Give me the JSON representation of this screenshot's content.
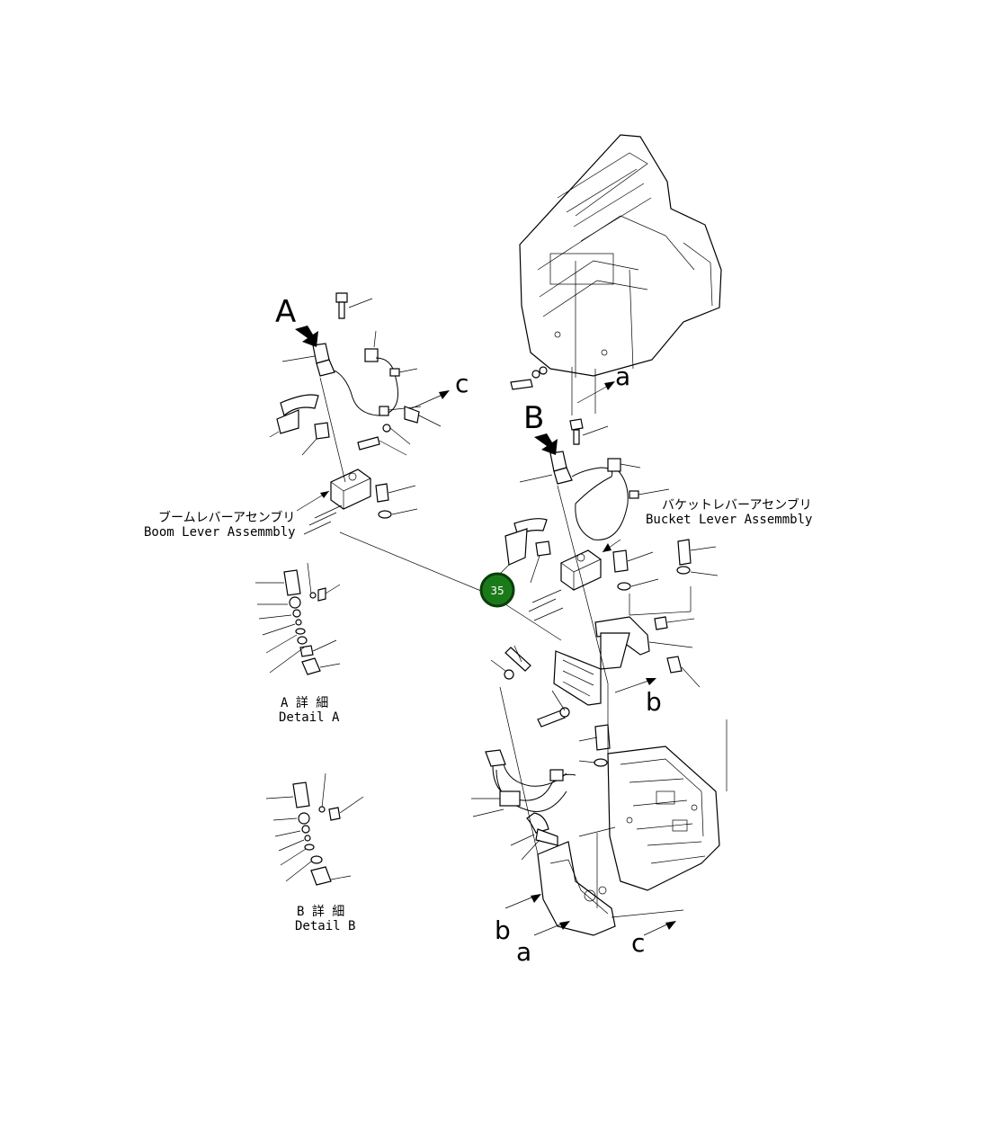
{
  "labels": {
    "view_a": "A",
    "view_b": "B",
    "arrow_a_top": "a",
    "arrow_c_top": "c",
    "arrow_b_mid": "b",
    "arrow_b_bottom": "b",
    "arrow_a_bottom": "a",
    "arrow_c_bottom": "c",
    "boom_jp": "ブームレバーアセンブリ",
    "boom_en": "Boom Lever Assemmbly",
    "bucket_jp": "バケットレバーアセンブリ",
    "bucket_en": "Bucket Lever Assemmbly",
    "detail_a_jp": "A 詳 細",
    "detail_a_en": "Detail A",
    "detail_b_jp": "B 詳 細",
    "detail_b_en": "Detail B"
  },
  "hotspot": {
    "number": "35",
    "color": "#1a7a1a",
    "border": "#0a3d0a"
  }
}
